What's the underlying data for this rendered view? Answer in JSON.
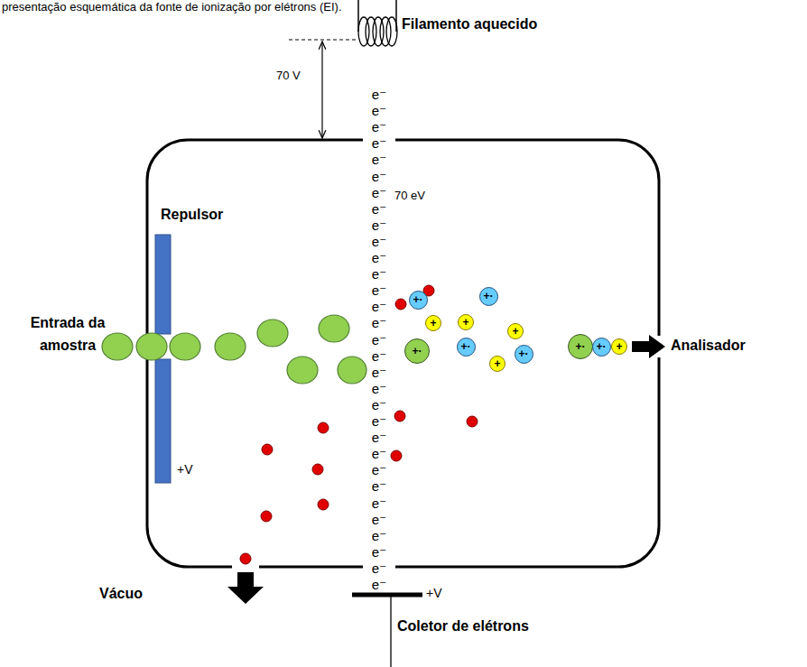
{
  "diagram": {
    "nodes": [
      {
        "text": [
          "+·"
        ]
      },
      {
        "text": [
          "+·"
        ]
      },
      {
        "text": [
          "+"
        ]
      },
      {
        "text": [
          "+"
        ]
      },
      {
        "text": [
          "+"
        ]
      },
      {
        "text": [
          "+·"
        ]
      },
      {
        "text": [
          "+·"
        ]
      },
      {
        "text": [
          "+·"
        ]
      },
      {
        "text": [
          "+"
        ]
      },
      {
        "text": [
          "+·"
        ]
      },
      {
        "text": [
          "+·"
        ]
      },
      {
        "text": [
          "+"
        ]
      }
    ],
    "labels": [
      "presentação esquemática da fonte de ionização por elétrons (EI).",
      "Filamento aquecido",
      "70 V",
      "70 eV",
      "Repulsor",
      "Entrada da amostra",
      "+V",
      "Analisador",
      "Vácuo",
      "+V",
      "Coletor de elétrons",
      "e⁻",
      "e⁻",
      "e⁻",
      "e⁻",
      "e⁻",
      "e⁻",
      "e⁻",
      "e⁻",
      "e⁻",
      "e⁻",
      "e⁻",
      "e⁻",
      "e⁻",
      "e⁻",
      "e⁻",
      "e⁻",
      "e⁻",
      "e⁻",
      "e⁻",
      "e⁻",
      "e⁻",
      "e⁻",
      "e⁻",
      "e⁻",
      "e⁻",
      "e⁻",
      "e⁻",
      "e⁻",
      "e⁻",
      "e⁻",
      "e⁻"
    ]
  }
}
